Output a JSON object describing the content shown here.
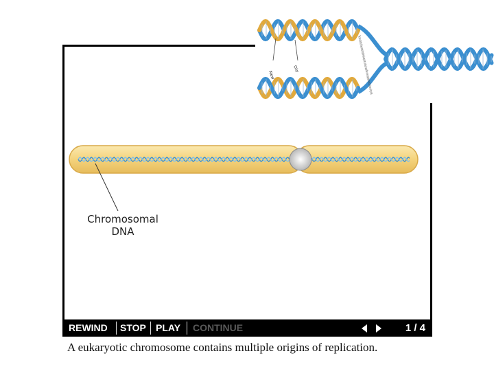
{
  "figure": {
    "callout_label_line1": "Chromosomal",
    "callout_label_line2": "DNA"
  },
  "inset": {
    "label_new": "New",
    "label_old": "Old",
    "note": "The two strands of the parental double helix separate, and each specifies a new daughter strand by base pairing rules."
  },
  "controls": {
    "rewind": "REWIND",
    "stop": "STOP",
    "play": "PLAY",
    "continue": "CONTINUE",
    "page": "1 / 4"
  },
  "caption": "A eukaryotic chromosome contains multiple origins of replication.",
  "colors": {
    "chromosome_fill": "#f6dc8c",
    "chromosome_edge": "#d8a948",
    "dna_blue": "#3b8fd0",
    "strand_gold": "#e1a93c",
    "control_bar": "#000000",
    "continue_disabled": "#5a5a5a"
  },
  "icons": [
    "chevron-left-icon",
    "chevron-right-icon"
  ]
}
